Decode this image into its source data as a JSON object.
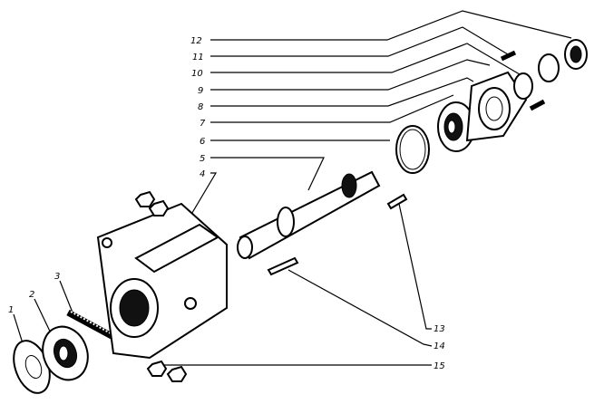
{
  "diagram": {
    "title": "",
    "callouts": [
      {
        "id": "1",
        "label": "1"
      },
      {
        "id": "2",
        "label": "2"
      },
      {
        "id": "3",
        "label": "3"
      },
      {
        "id": "4",
        "label": "4"
      },
      {
        "id": "5",
        "label": "5"
      },
      {
        "id": "6",
        "label": "6"
      },
      {
        "id": "7",
        "label": "7"
      },
      {
        "id": "8",
        "label": "8"
      },
      {
        "id": "9",
        "label": "9"
      },
      {
        "id": "10",
        "label": "10"
      },
      {
        "id": "11",
        "label": "11"
      },
      {
        "id": "12",
        "label": "12"
      },
      {
        "id": "13",
        "label": "13"
      },
      {
        "id": "14",
        "label": "14"
      },
      {
        "id": "15",
        "label": "15"
      }
    ]
  }
}
